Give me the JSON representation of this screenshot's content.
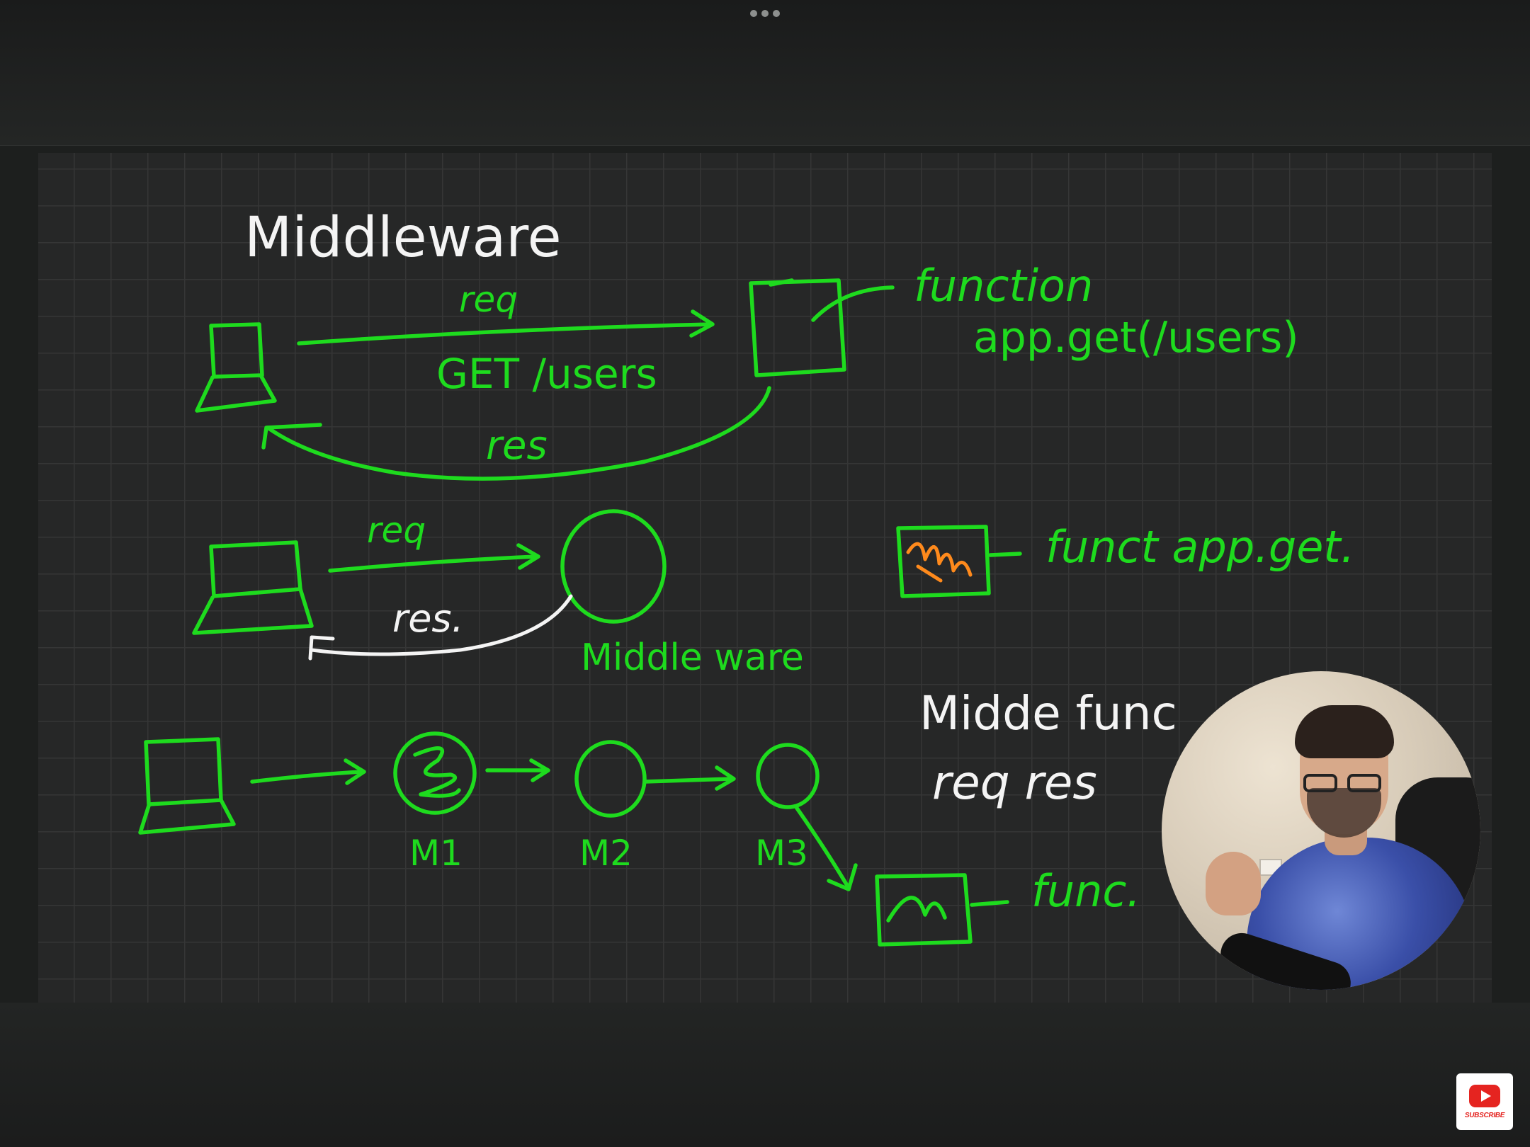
{
  "title": "Middleware",
  "diagram1": {
    "request_label": "req",
    "route_label": "GET /users",
    "response_label": "res",
    "handler_label": "function",
    "handler_code": "app.get(/users)"
  },
  "diagram2": {
    "request_label": "req",
    "response_label": "res.",
    "middleware_label": "Middle ware",
    "handler_label": "funct app.get."
  },
  "diagram3": {
    "m1_label": "M1",
    "m2_label": "M2",
    "m3_label": "M3",
    "handler_label": "func."
  },
  "note": {
    "line1": "Midde func",
    "line2": "req res"
  },
  "subscribe": {
    "label": "SUBSCRIBE",
    "icon": "youtube-play-icon"
  },
  "colors": {
    "ink_green": "#1edb1e",
    "ink_white": "#f4f4f4",
    "ink_orange": "#ff8a1c",
    "board": "#262727",
    "subscribe_red": "#e52420"
  }
}
